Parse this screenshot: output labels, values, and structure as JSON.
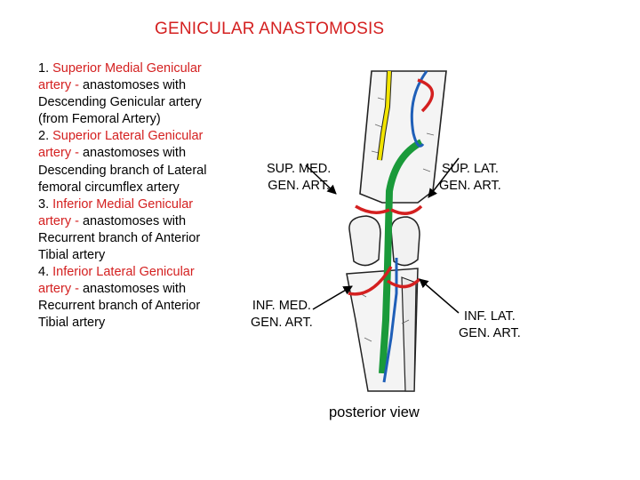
{
  "title": "GENICULAR ANASTOMOSIS",
  "items": [
    {
      "num": "1.",
      "name": "Superior Medial Genicular artery -",
      "text": "anastomoses with Descending Genicular artery (from Femoral Artery)"
    },
    {
      "num": "2.",
      "name": "Superior Lateral Genicular artery -",
      "text": "anastomoses with Descending branch of Lateral femoral circumflex artery"
    },
    {
      "num": "3.",
      "name": "Inferior Medial Genicular artery -",
      "text": "anastomoses with Recurrent branch of Anterior Tibial artery"
    },
    {
      "num": "4.",
      "name": "Inferior Lateral Genicular artery -",
      "text": "anastomoses with Recurrent branch of Anterior Tibial artery"
    }
  ],
  "labels": {
    "sup_med": [
      "SUP. MED.",
      "GEN. ART."
    ],
    "sup_lat": [
      "SUP. LAT.",
      "GEN. ART."
    ],
    "inf_med": [
      "INF. MED.",
      "GEN. ART."
    ],
    "inf_lat": [
      "INF. LAT.",
      "GEN. ART."
    ]
  },
  "view_caption": "posterior view",
  "colors": {
    "title": "#d42020",
    "artery_red": "#d42020",
    "femoral_green": "#1a9a3a",
    "vein_blue": "#1f5fb8",
    "nerve_yellow": "#f2e400"
  }
}
